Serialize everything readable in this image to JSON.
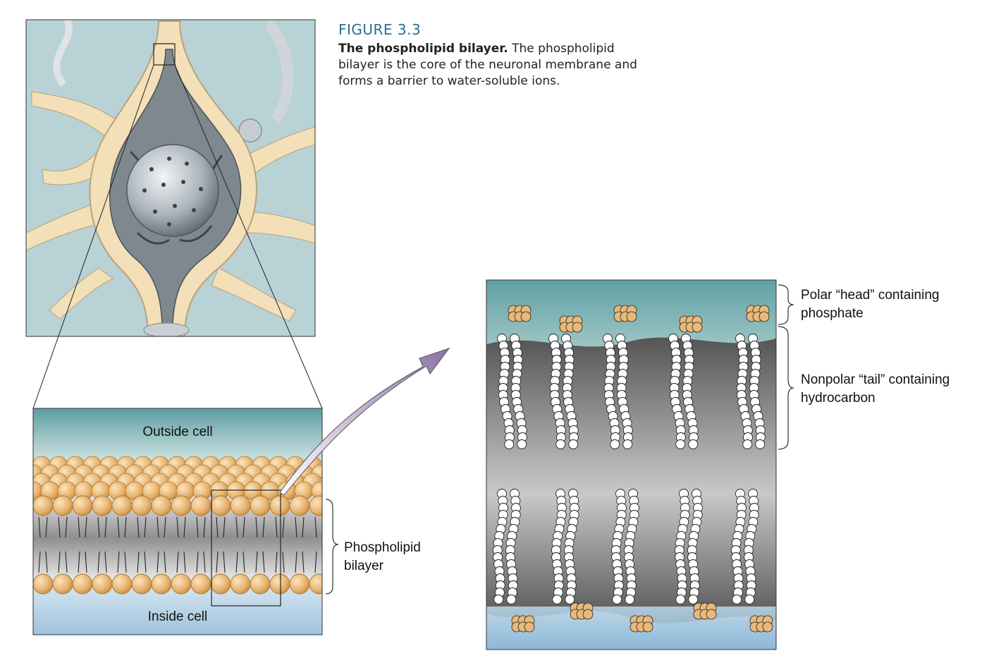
{
  "caption": {
    "figure_label": "FIGURE 3.3",
    "title": "The phospholipid bilayer.",
    "text": "The phospholipid bilayer is the core of the neuronal membrane and forms a barrier to water-soluble ions."
  },
  "bilayer_panel": {
    "outside_label": "Outside cell",
    "inside_label": "Inside cell",
    "bilayer_label_line1": "Phospholipid",
    "bilayer_label_line2": "bilayer"
  },
  "molecular_panel": {
    "head_label_line1": "Polar “head” containing",
    "head_label_line2": "phosphate",
    "tail_label_line1": "Nonpolar “tail” containing",
    "tail_label_line2": "hydrocarbon"
  },
  "colors": {
    "extracellular": "#6fa9ad",
    "intracellular": "#9fc4dd",
    "lipid_head": "#e8b97a",
    "membrane_core": "#8a8a8a",
    "neuron_body": "#f3dfb8",
    "arrow": "#9a82ae"
  }
}
